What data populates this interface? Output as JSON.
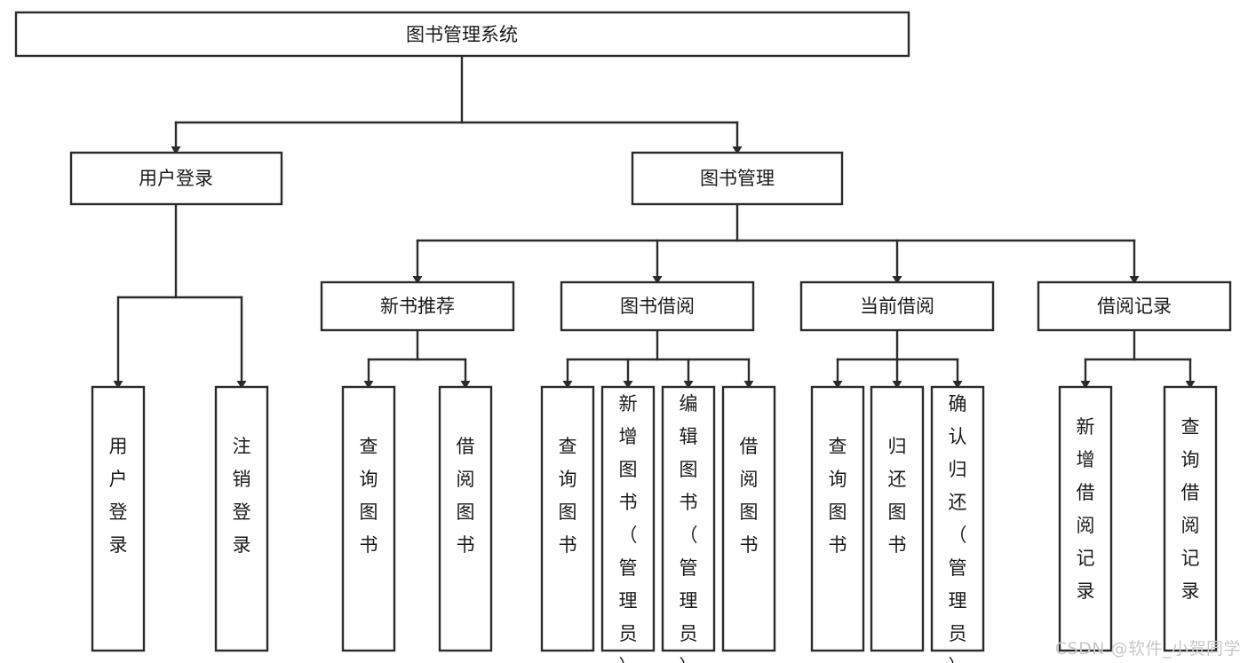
{
  "diagram": {
    "type": "tree-hierarchy-flowchart",
    "title": "图书管理系统",
    "watermark": "CSDN @软件_小贺同学",
    "colors": {
      "box_fill": "#ffffff",
      "box_stroke": "#2b2b2b",
      "text": "#1a1a1a",
      "background": "#ffffff",
      "watermark": "#c9c9c9"
    },
    "levels": [
      {
        "level": 0,
        "nodes": [
          {
            "id": "root",
            "label": "图书管理系统",
            "orientation": "horizontal"
          }
        ]
      },
      {
        "level": 1,
        "nodes": [
          {
            "id": "user-login",
            "label": "用户登录",
            "orientation": "horizontal",
            "parent": "root"
          },
          {
            "id": "book-manage",
            "label": "图书管理",
            "orientation": "horizontal",
            "parent": "root"
          }
        ]
      },
      {
        "level": 2,
        "nodes": [
          {
            "id": "new-book-rec",
            "label": "新书推荐",
            "orientation": "horizontal",
            "parent": "book-manage"
          },
          {
            "id": "book-borrow",
            "label": "图书借阅",
            "orientation": "horizontal",
            "parent": "book-manage"
          },
          {
            "id": "current-borrow",
            "label": "当前借阅",
            "orientation": "horizontal",
            "parent": "book-manage"
          },
          {
            "id": "borrow-record",
            "label": "借阅记录",
            "orientation": "horizontal",
            "parent": "book-manage"
          }
        ]
      },
      {
        "level": 3,
        "nodes": [
          {
            "id": "leaf-user-login",
            "label": "用户登录",
            "orientation": "vertical",
            "parent": "user-login"
          },
          {
            "id": "leaf-logout",
            "label": "注销登录",
            "orientation": "vertical",
            "parent": "user-login"
          },
          {
            "id": "leaf-query-book-1",
            "label": "查询图书",
            "orientation": "vertical",
            "parent": "new-book-rec"
          },
          {
            "id": "leaf-borrow-book-1",
            "label": "借阅图书",
            "orientation": "vertical",
            "parent": "new-book-rec"
          },
          {
            "id": "leaf-query-book-2",
            "label": "查询图书",
            "orientation": "vertical",
            "parent": "book-borrow"
          },
          {
            "id": "leaf-add-book",
            "label": "新增图书（管理员）",
            "orientation": "vertical",
            "parent": "book-borrow"
          },
          {
            "id": "leaf-edit-book",
            "label": "编辑图书（管理员）",
            "orientation": "vertical",
            "parent": "book-borrow"
          },
          {
            "id": "leaf-borrow-book-2",
            "label": "借阅图书",
            "orientation": "vertical",
            "parent": "book-borrow"
          },
          {
            "id": "leaf-query-book-3",
            "label": "查询图书",
            "orientation": "vertical",
            "parent": "current-borrow"
          },
          {
            "id": "leaf-return-book",
            "label": "归还图书",
            "orientation": "vertical",
            "parent": "current-borrow"
          },
          {
            "id": "leaf-confirm-return",
            "label": "确认归还（管理员）",
            "orientation": "vertical",
            "parent": "current-borrow"
          },
          {
            "id": "leaf-add-record",
            "label": "新增借阅记录",
            "orientation": "vertical",
            "parent": "borrow-record"
          },
          {
            "id": "leaf-query-record",
            "label": "查询借阅记录",
            "orientation": "vertical",
            "parent": "borrow-record"
          }
        ]
      }
    ],
    "labels": {
      "root": "图书管理系统",
      "user_login": "用户登录",
      "book_manage": "图书管理",
      "new_book_rec": "新书推荐",
      "book_borrow": "图书借阅",
      "current_borrow": "当前借阅",
      "borrow_record": "借阅记录",
      "leaf_user_login": "用户登录",
      "leaf_logout": "注销登录",
      "leaf_query_book_1": "查询图书",
      "leaf_borrow_book_1": "借阅图书",
      "leaf_query_book_2": "查询图书",
      "leaf_add_book": "新增图书（管理员）",
      "leaf_edit_book": "编辑图书（管理员）",
      "leaf_borrow_book_2": "借阅图书",
      "leaf_query_book_3": "查询图书",
      "leaf_return_book": "归还图书",
      "leaf_confirm_return": "确认归还（管理员）",
      "leaf_add_record": "新增借阅记录",
      "leaf_query_record": "查询借阅记录"
    }
  }
}
